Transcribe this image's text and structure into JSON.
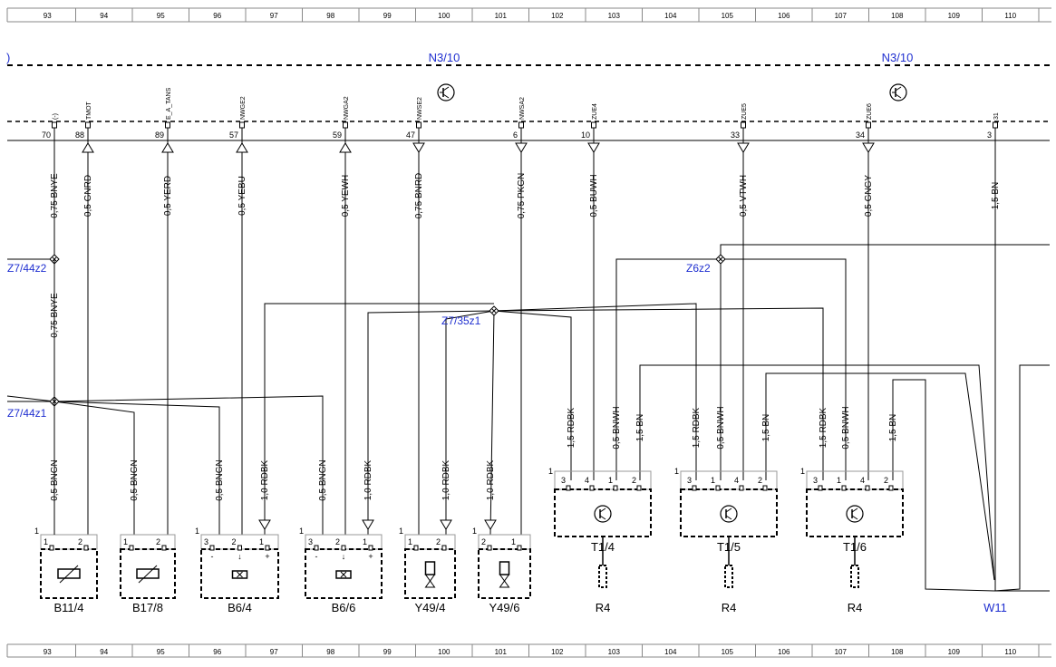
{
  "ruler": {
    "numbers": [
      "93",
      "94",
      "95",
      "96",
      "97",
      "98",
      "99",
      "100",
      "101",
      "102",
      "103",
      "104",
      "105",
      "106",
      "107",
      "108",
      "109",
      "110"
    ]
  },
  "control_unit": {
    "name_left": "N3/10",
    "name_right": "N3/10",
    "left_edge_mark": ")"
  },
  "pins": [
    {
      "signal": "(-)",
      "number": "70",
      "wire": "0,75 BNYE",
      "arrow": "none"
    },
    {
      "signal": "TMOT",
      "number": "88",
      "wire": "0,5 GNRD",
      "arrow": "up"
    },
    {
      "signal": "E_A_TANS",
      "number": "89",
      "wire": "0,5 YERD",
      "arrow": "up"
    },
    {
      "signal": "NWGE2",
      "number": "57",
      "wire": "0,5 YEBU",
      "arrow": "up"
    },
    {
      "signal": "NWGA2",
      "number": "59",
      "wire": "0,5 YEWH",
      "arrow": "up"
    },
    {
      "signal": "NWSE2",
      "number": "47",
      "wire": "0,75 BNRD",
      "arrow": "down"
    },
    {
      "signal": "NWSA2",
      "number": "6",
      "wire": "0,75 PKGN",
      "arrow": "down"
    },
    {
      "signal": "ZUE4",
      "number": "10",
      "wire": "0,5 BUWH",
      "arrow": "down"
    },
    {
      "signal": "ZUE5",
      "number": "33",
      "wire": "0,5 VTWH",
      "arrow": "down"
    },
    {
      "signal": "ZUE6",
      "number": "34",
      "wire": "0,5 GNGY",
      "arrow": "down"
    },
    {
      "signal": "31",
      "number": "3",
      "wire": "1,5 BN",
      "arrow": "none"
    }
  ],
  "splices": [
    {
      "name": "Z7/44z2",
      "wire": "0,75 BNYE"
    },
    {
      "name": "Z7/44z1"
    },
    {
      "name": "Z7/35z1"
    },
    {
      "name": "Z6z2"
    }
  ],
  "branch_wires": [
    "0,5 BNGN",
    "0,5 BNGN",
    "0,5 BNGN",
    "1,0 RDBK",
    "0,5 BNGN",
    "1,0 RDBK",
    "1,0 RDBK",
    "1,0 RDBK"
  ],
  "components": [
    {
      "name": "B11/4",
      "corner": "1",
      "pins": [
        "1",
        "2"
      ]
    },
    {
      "name": "B17/8",
      "corner": "",
      "pins": [
        "1",
        "2"
      ]
    },
    {
      "name": "B6/4",
      "corner": "1",
      "pins": [
        "3",
        "2",
        "1"
      ],
      "signs": [
        "-",
        "↓",
        "+"
      ]
    },
    {
      "name": "B6/6",
      "corner": "1",
      "pins": [
        "3",
        "2",
        "1"
      ],
      "signs": [
        "-",
        "↓",
        "+"
      ]
    },
    {
      "name": "Y49/4",
      "corner": "1",
      "pins": [
        "1",
        "2"
      ]
    },
    {
      "name": "Y49/6",
      "corner": "1",
      "pins": [
        "2",
        "1"
      ]
    }
  ],
  "ignition_modules": [
    {
      "name": "T1/4",
      "corner": "1",
      "pins": [
        "3",
        "4",
        "1",
        "2"
      ],
      "wires": [
        "1,5 RDBK",
        "0,5 BNWH",
        "1,5 BN"
      ],
      "plug": "R4"
    },
    {
      "name": "T1/5",
      "corner": "1",
      "pins": [
        "3",
        "1",
        "4",
        "2"
      ],
      "wires": [
        "1,5 RDBK",
        "0,5 BNWH",
        "1,5 BN"
      ],
      "plug": "R4"
    },
    {
      "name": "T1/6",
      "corner": "1",
      "pins": [
        "3",
        "1",
        "4",
        "2"
      ],
      "wires": [
        "1,5 RDBK",
        "0,5 BNWH",
        "1,5 BN"
      ],
      "plug": "R4"
    }
  ],
  "ground": {
    "name": "W11"
  },
  "colors": {
    "line": "#000000",
    "label_blue": "#1f2fd0",
    "frame": "#888888"
  }
}
